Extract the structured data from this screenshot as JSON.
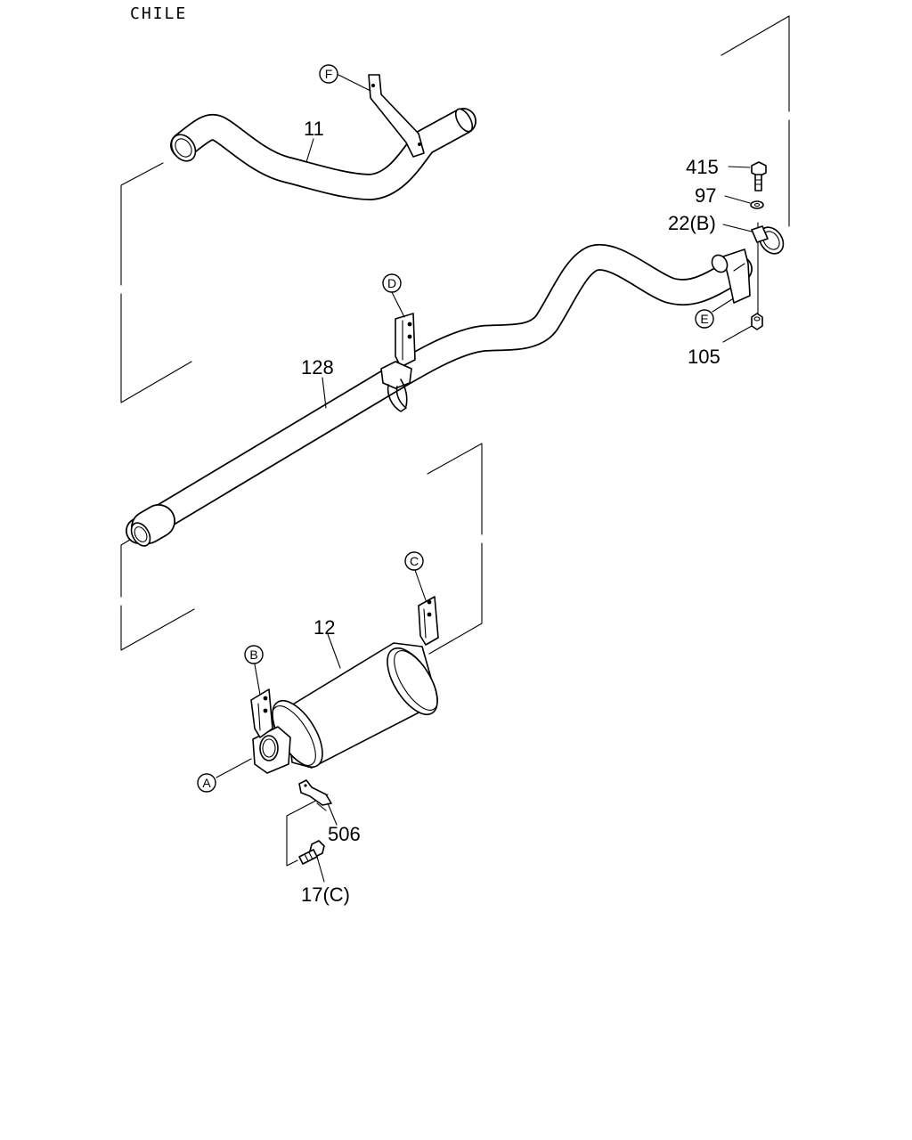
{
  "header": {
    "region": "CHILE"
  },
  "parts": {
    "p11": "11",
    "p128": "128",
    "p12": "12",
    "p415": "415",
    "p97": "97",
    "p22": "22(B)",
    "p105": "105",
    "p506": "506",
    "p17": "17(C)"
  },
  "refs": {
    "A": "A",
    "B": "B",
    "C": "C",
    "D": "D",
    "E": "E",
    "F": "F"
  }
}
